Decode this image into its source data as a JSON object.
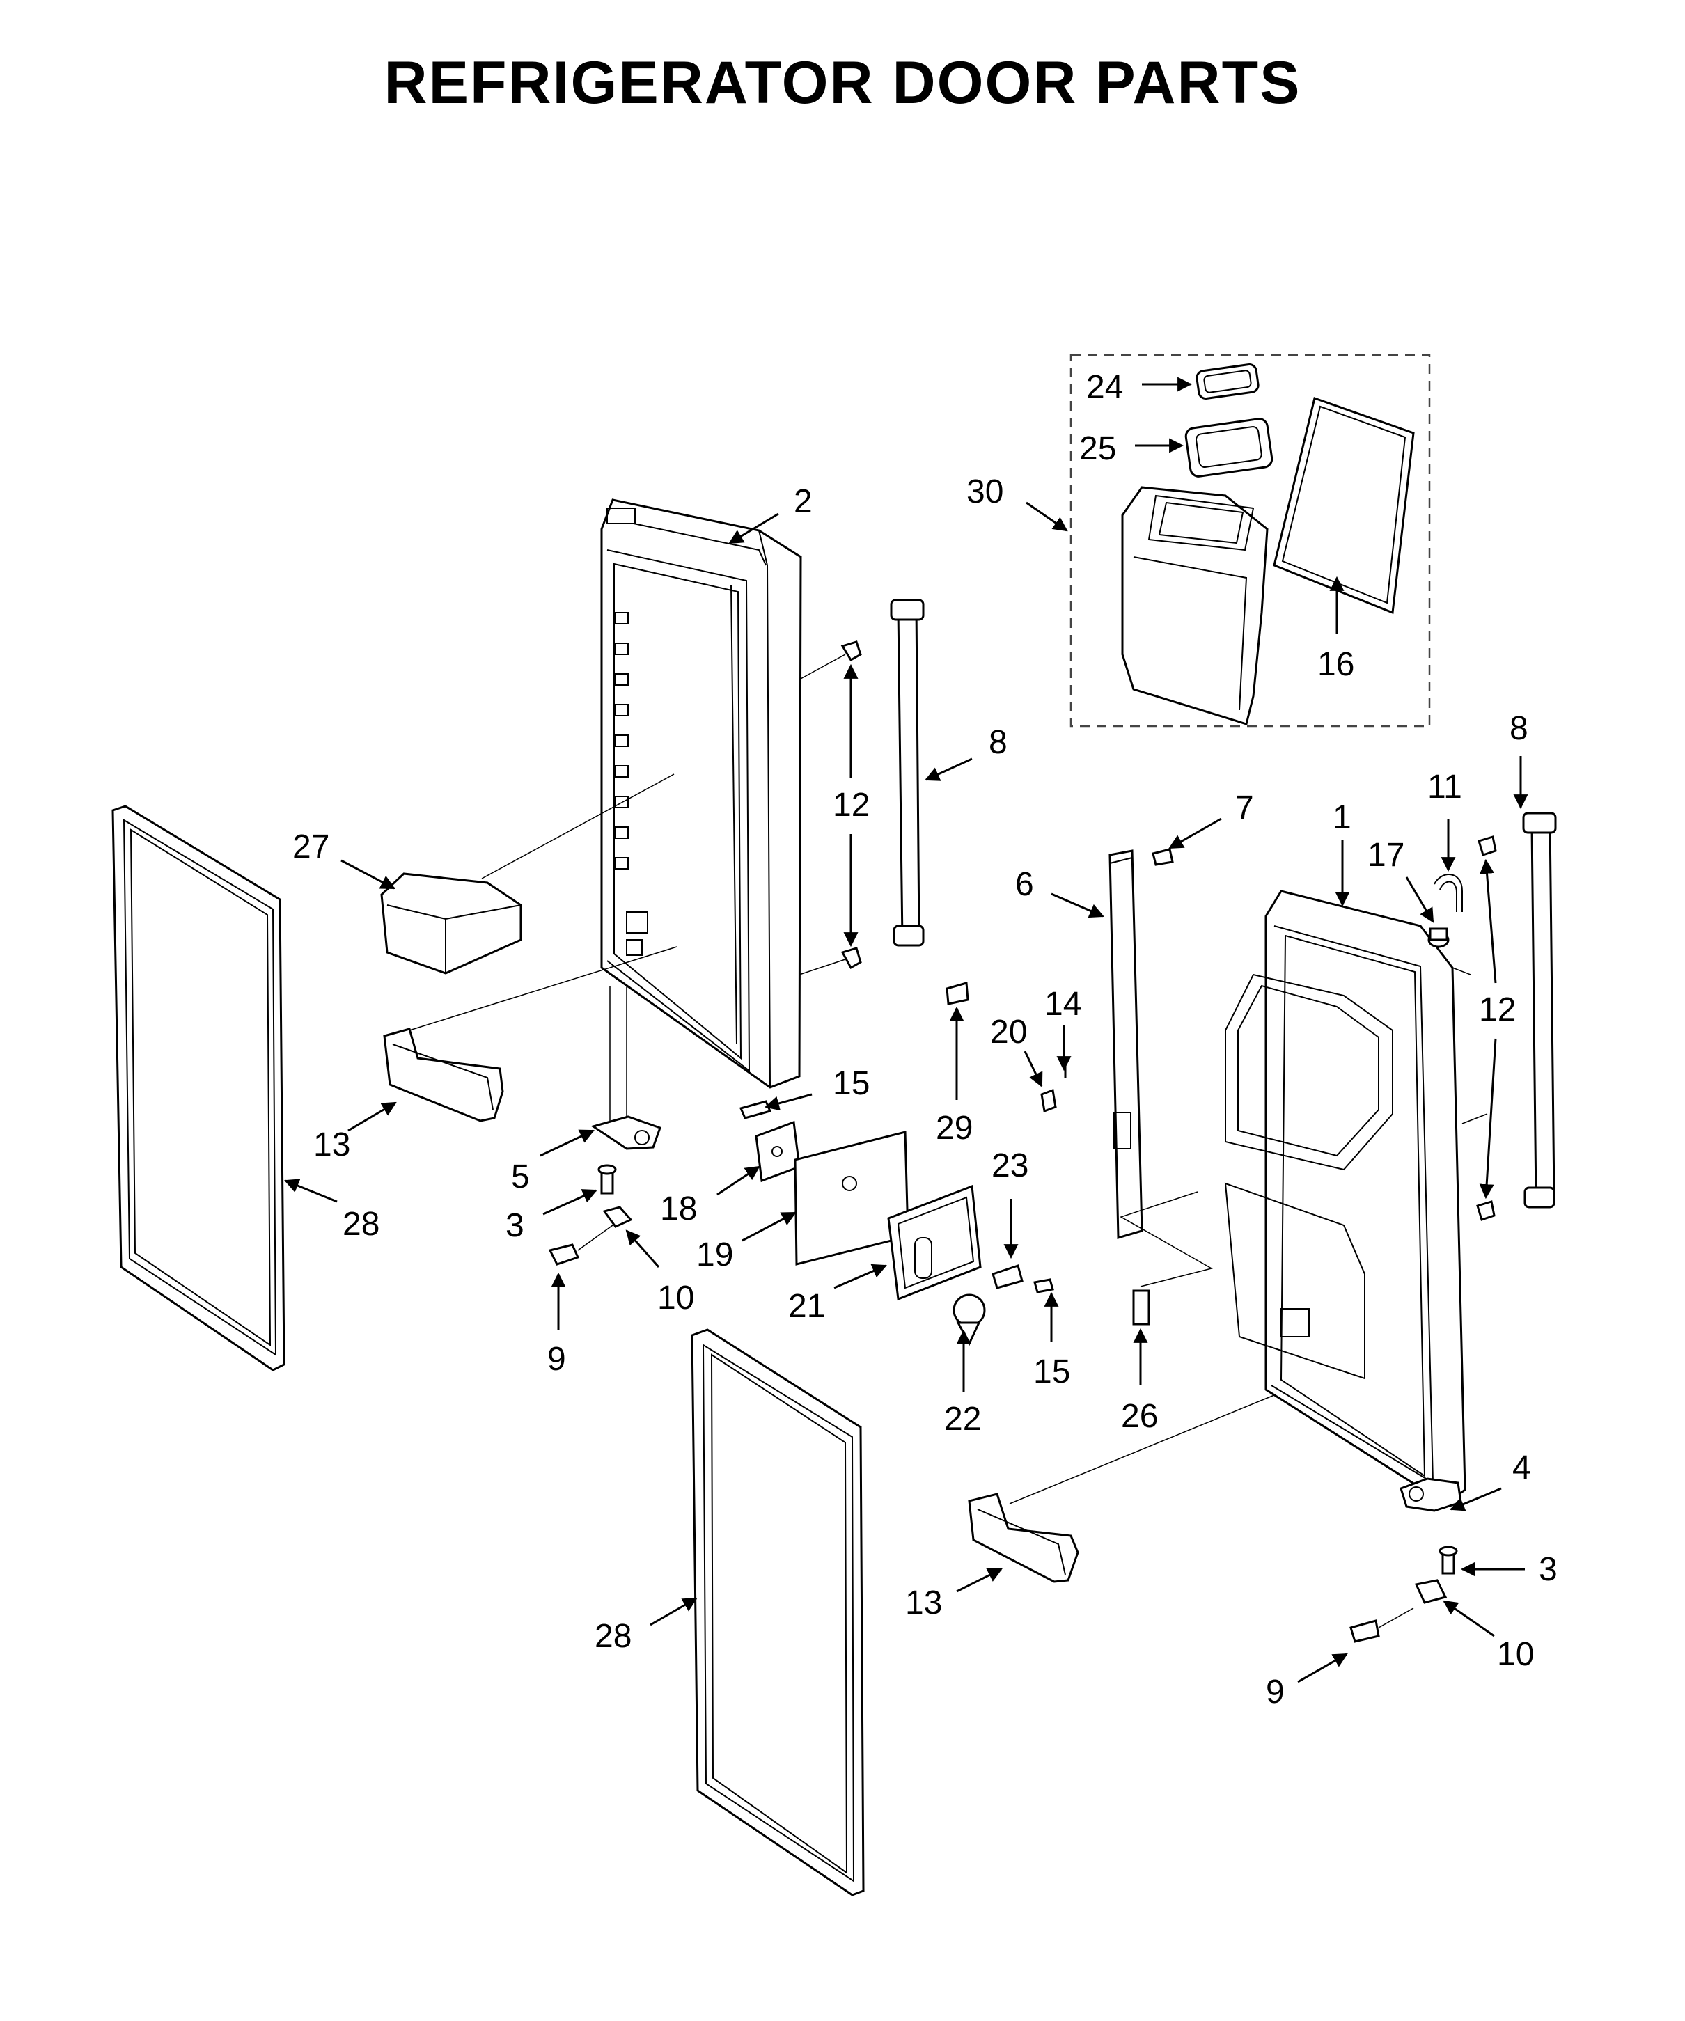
{
  "title": "REFRIGERATOR DOOR PARTS",
  "callouts": {
    "c1": "1",
    "c2": "2",
    "c3a": "3",
    "c3b": "3",
    "c4": "4",
    "c5": "5",
    "c6": "6",
    "c7": "7",
    "c8a": "8",
    "c8b": "8",
    "c9a": "9",
    "c9b": "9",
    "c10a": "10",
    "c10b": "10",
    "c11": "11",
    "c12a": "12",
    "c12b": "12",
    "c13a": "13",
    "c13b": "13",
    "c14": "14",
    "c15a": "15",
    "c15b": "15",
    "c16": "16",
    "c17": "17",
    "c18": "18",
    "c19": "19",
    "c20": "20",
    "c21": "21",
    "c22": "22",
    "c23": "23",
    "c24": "24",
    "c25": "25",
    "c26": "26",
    "c27": "27",
    "c28a": "28",
    "c28b": "28",
    "c29": "29",
    "c30": "30"
  }
}
